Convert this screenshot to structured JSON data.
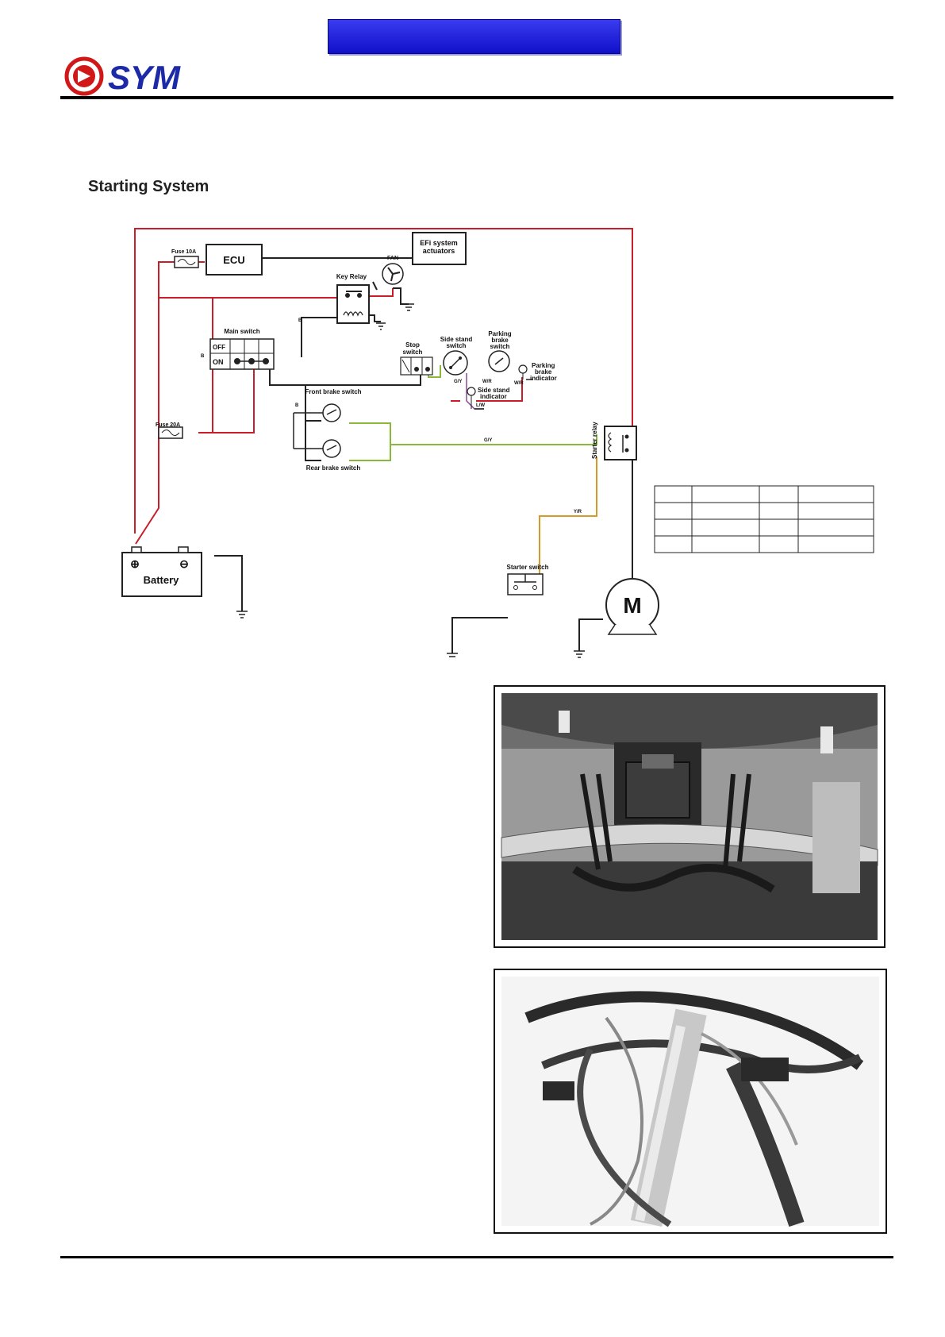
{
  "header": {
    "banner_color": "#2424e0",
    "logo_text": "SYM",
    "logo_colors": {
      "emblem": "#d01818",
      "wordmark": "#1c2aa8"
    }
  },
  "section": {
    "title": "Starting System"
  },
  "diagram": {
    "labels": {
      "fuse_10a": "Fuse 10A",
      "ecu": "ECU",
      "efi_line1": "EFi system",
      "efi_line2": "actuators",
      "key_relay": "Key Relay",
      "fan": "FAN",
      "main_switch": "Main switch",
      "off": "OFF",
      "on": "ON",
      "stop_line1": "Stop",
      "stop_line2": "switch",
      "side_stand_line1": "Side stand",
      "side_stand_line2": "switch",
      "parking_line1": "Parking",
      "parking_line2": "brake",
      "parking_line3": "switch",
      "pbi_line1": "Parking",
      "pbi_line2": "brake",
      "pbi_line3": "indicator",
      "ssi_line1": "Side stand",
      "ssi_line2": "indicator",
      "front_brake": "Front brake switch",
      "rear_brake": "Rear brake switch",
      "fuse_20a": "Fuse 20A",
      "starter_relay": "Starter relay",
      "starter_switch": "Starter switch",
      "battery": "Battery",
      "motor": "M",
      "plus": "⊕",
      "minus": "⊖"
    },
    "wire_codes": {
      "b1": "B",
      "b2": "B",
      "b3": "B",
      "gy": "G/Y",
      "wr1": "W/R",
      "wr2": "W/R",
      "lw": "L/W",
      "gr": "G/Y",
      "yr": "Y/R"
    },
    "wire_colors": {
      "red": "#c81e2a",
      "black": "#222222",
      "green": "#8ab83a",
      "orange": "#d49a2a",
      "purple": "#8a4a9a",
      "gray": "#777777"
    }
  },
  "photos": [
    {
      "name": "photo-battery-compartment"
    },
    {
      "name": "photo-wiring-harness"
    }
  ]
}
